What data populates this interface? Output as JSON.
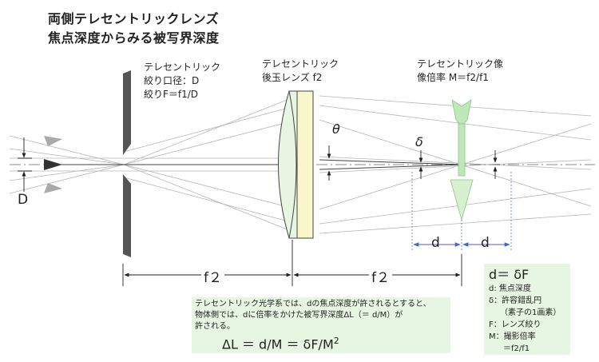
{
  "title": {
    "line1": "両側テレセントリックレンズ",
    "line2": "焦点深度からみる被写界深度"
  },
  "labels": {
    "aperture": [
      "テレセントリック",
      "絞り口径：D",
      "絞りF＝f1/D"
    ],
    "rear_lens": [
      "テレセントリック",
      "後玉レンズ f2"
    ],
    "image": [
      "テレセントリック像",
      "像倍率 M＝f2/f1"
    ]
  },
  "symbols": {
    "theta": "θ",
    "delta": "δ",
    "D": "D",
    "d_left": "d",
    "d_right": "d",
    "f2_left": "f２",
    "f2_right": "f２"
  },
  "legend": {
    "heading": "d＝ δF",
    "items": [
      "d: 焦点深度",
      "δ：許容錯乱円",
      "（素子の1画素）",
      "F：レンズ絞り",
      "M：撮影倍率",
      "＝f2/f1"
    ]
  },
  "note": {
    "lines": [
      "テレセントリック光学系では、dの焦点深度が許されるとすると、",
      "物体側では、dに倍率をかけた被写界深度ΔL（＝ d/M）が",
      "許される。"
    ],
    "formula": "ΔL ＝ d/M ＝ δF/M",
    "formula_exp": "2"
  },
  "colors": {
    "aperture": "#555555",
    "lens": "#e8f5e2",
    "lens_flat": "#faf6cc",
    "arrow_green": "#bfe8b8",
    "dim_blue": "#5577cc",
    "box_bg": "#e6f6e2"
  }
}
